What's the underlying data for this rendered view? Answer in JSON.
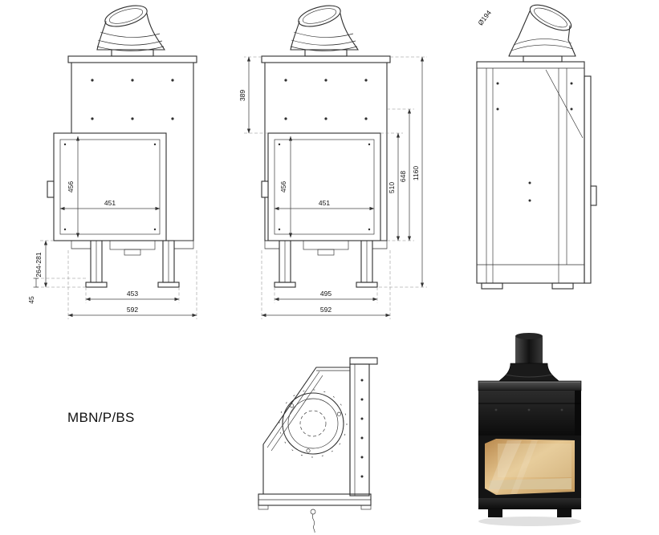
{
  "model": "MBN/P/BS",
  "drawing": {
    "front_left": {
      "window_height": "456",
      "window_width": "451",
      "plinth_height_range": "264-281",
      "foot_height": "45",
      "base_width": "453",
      "overall_width": "592"
    },
    "front_right": {
      "top_section_height": "389",
      "window_height": "456",
      "window_width": "451",
      "door_height": "510",
      "firebox_height": "648",
      "overall_height": "1160",
      "base_width": "495",
      "overall_width": "592"
    },
    "side": {
      "flue_diameter": "Ø194"
    },
    "render_colors": {
      "body": "#1b1b1b",
      "glass": "#d9b27c",
      "firebox_interior": "#d8c49a"
    }
  }
}
